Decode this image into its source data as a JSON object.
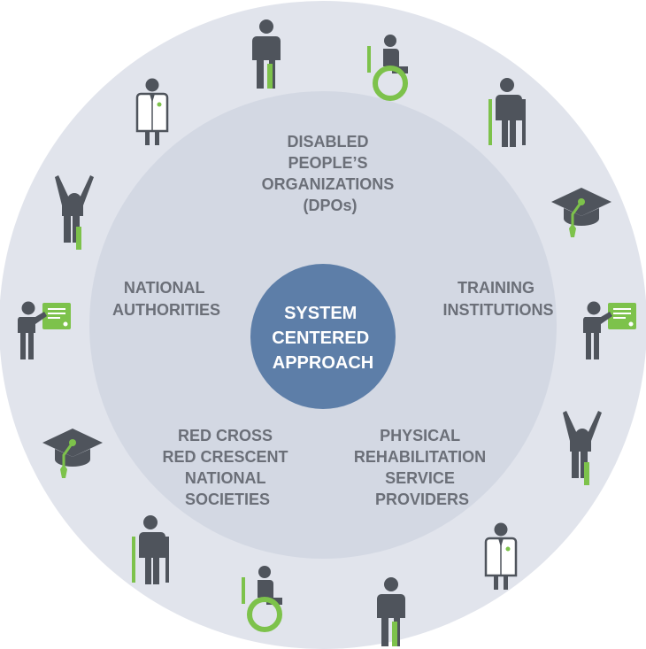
{
  "center": {
    "lines": [
      "SYSTEM",
      "CENTERED",
      "APPROACH"
    ]
  },
  "stakeholders": {
    "dpos": [
      "DISABLED",
      "PEOPLE’S",
      "ORGANIZATIONS",
      "(DPOs)"
    ],
    "training": [
      "TRAINING",
      "INSTITUTIONS"
    ],
    "providers": [
      "PHYSICAL",
      "REHABILITATION",
      "SERVICE",
      "PROVIDERS"
    ],
    "red_cross": [
      "RED CROSS",
      "RED CRESCENT",
      "NATIONAL",
      "SOCIETIES"
    ],
    "authorities": [
      "NATIONAL",
      "AUTHORITIES"
    ]
  },
  "icons": [
    "prosthetic-leg-person-icon",
    "wheelchair-user-icon",
    "crutch-user-icon",
    "graduation-cap-icon",
    "presenter-board-icon",
    "cheering-person-icon",
    "doctor-icon",
    "prosthetic-leg-person-icon",
    "wheelchair-user-icon",
    "crutch-user-icon",
    "graduation-cap-icon",
    "presenter-board-icon",
    "cheering-person-icon",
    "doctor-icon"
  ],
  "colors": {
    "outer_ring": "#e1e4ec",
    "inner_circle": "#d3d8e3",
    "center_circle": "#5d7ea8",
    "label_text": "#6b6f78",
    "icon_body": "#4f545c",
    "icon_accent": "#7dc24b"
  }
}
